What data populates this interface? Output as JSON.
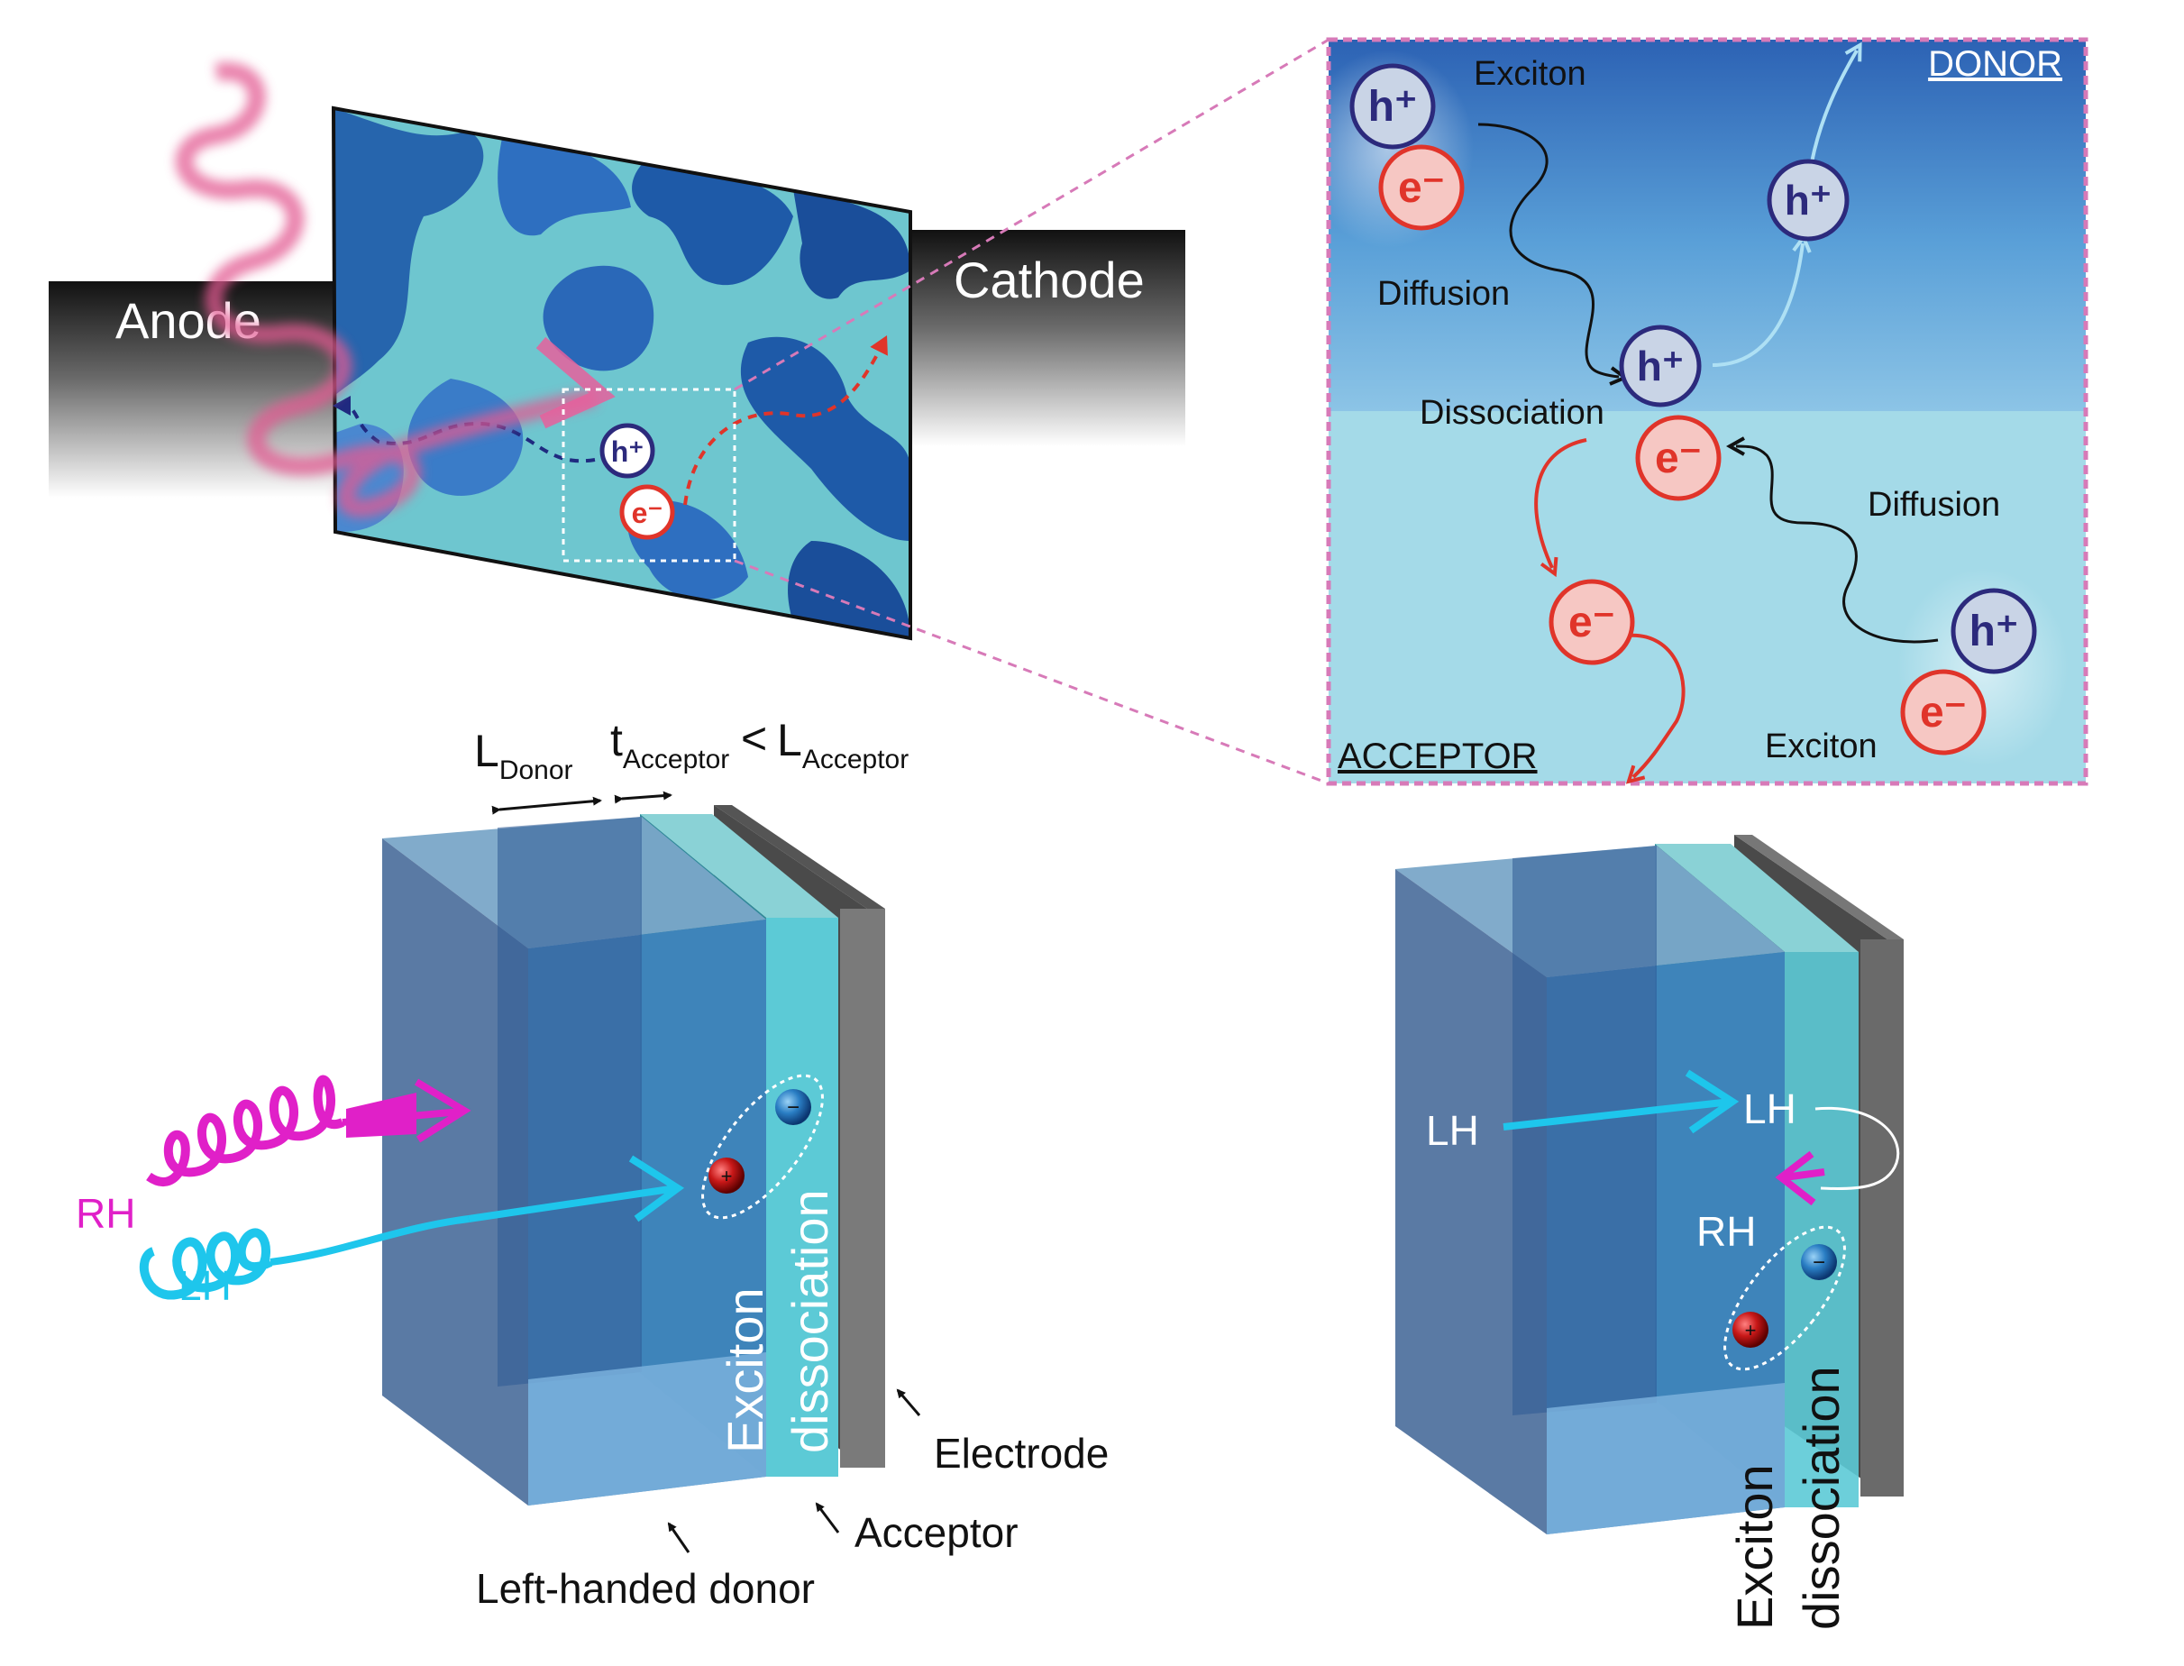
{
  "panel_a": {
    "anode_label": "Anode",
    "cathode_label": "Cathode",
    "hole_label": "h⁺",
    "electron_label": "e⁻"
  },
  "panel_b": {
    "donor_tag": "DONOR",
    "acceptor_tag": "ACCEPTOR",
    "exciton_top": "Exciton",
    "exciton_bottom": "Exciton",
    "diffusion_top": "Diffusion",
    "diffusion_bottom": "Diffusion",
    "dissociation": "Dissociation",
    "hole_label": "h⁺",
    "electron_label": "e⁻"
  },
  "panel_c": {
    "l_donor_main": "L",
    "l_donor_sub": "Donor",
    "t_acceptor_main": "t",
    "t_acceptor_sub": "Acceptor",
    "less_than": "<",
    "l_acceptor_main": "L",
    "l_acceptor_sub": "Acceptor",
    "rh_label": "RH",
    "lh_label": "LH",
    "vertical_exciton": "Exciton",
    "vertical_dissociation": "dissociation",
    "electrode_label": "Electrode",
    "acceptor_label": "Acceptor",
    "donor_label": "Left-handed donor"
  },
  "panel_d": {
    "lh_in": "LH",
    "lh_reflected": "LH",
    "rh_label": "RH",
    "vertical_exciton": "Exciton",
    "vertical_dissociation": "dissociation"
  },
  "colors": {
    "donor_dark": "#1e5aa8",
    "acceptor_cyan": "#6ec6cf",
    "hole_navy": "#2c2a7c",
    "electron_red": "#e0342a",
    "rh_magenta": "#e020c8",
    "lh_cyan": "#1ec6ec",
    "pink_dash": "#d77ab8"
  }
}
